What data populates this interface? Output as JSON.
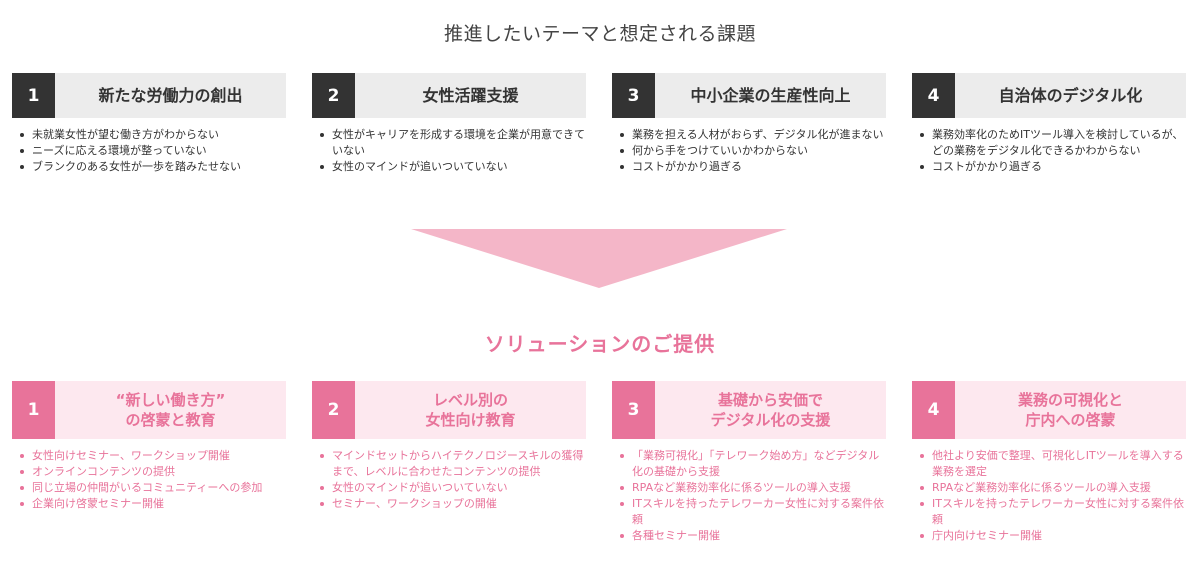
{
  "page_title": "推進したいテーマと想定される課題",
  "problems": [
    {
      "num": "1",
      "title": "新たな労働力の創出",
      "items": [
        "未就業女性が望む働き方がわからない",
        "ニーズに応える環境が整っていない",
        "ブランクのある女性が一歩を踏みたせない"
      ]
    },
    {
      "num": "2",
      "title": "女性活躍支援",
      "items": [
        "女性がキャリアを形成する環境を企業が用意できていない",
        "女性のマインドが追いついていない"
      ]
    },
    {
      "num": "3",
      "title": "中小企業の生産性向上",
      "items": [
        "業務を担える人材がおらず、デジタル化が進まない",
        "何から手をつけていいかわからない",
        "コストがかかり過ぎる"
      ]
    },
    {
      "num": "4",
      "title": "自治体のデジタル化",
      "items": [
        "業務効率化のためITツール導入を検討しているが、どの業務をデジタル化できるかわからない",
        "コストがかかり過ぎる"
      ]
    }
  ],
  "solution_title": "ソリューションのご提供",
  "solutions": [
    {
      "num": "1",
      "title_line1": "“新しい働き方”",
      "title_line2": "の啓蒙と教育",
      "items": [
        "女性向けセミナー、ワークショップ開催",
        "オンラインコンテンツの提供",
        "同じ立場の仲間がいるコミュニティーへの参加",
        "企業向け啓蒙セミナー開催"
      ]
    },
    {
      "num": "2",
      "title_line1": "レベル別の",
      "title_line2": "女性向け教育",
      "items": [
        "マインドセットからハイテクノロジースキルの獲得まで、レベルに合わせたコンテンツの提供",
        "女性のマインドが追いついていない",
        "セミナー、ワークショップの開催"
      ]
    },
    {
      "num": "3",
      "title_line1": "基礎から安価で",
      "title_line2": "デジタル化の支援",
      "items": [
        "「業務可視化」「テレワーク始め方」などデジタル化の基礎から支援",
        "RPAなど業務効率化に係るツールの導入支援",
        "ITスキルを持ったテレワーカー女性に対する案件依頼",
        "各種セミナー開催"
      ]
    },
    {
      "num": "4",
      "title_line1": "業務の可視化と",
      "title_line2": "庁内への啓蒙",
      "items": [
        "他社より安価で整理、可視化しITツールを導入する業務を選定",
        "RPAなど業務効率化に係るツールの導入支援",
        "ITスキルを持ったテレワーカー女性に対する案件依頼",
        "庁内向けセミナー開催"
      ]
    }
  ],
  "colors": {
    "accent": "#e8739a",
    "accent_light": "#fde8ef",
    "arrow": "#f4b6c8",
    "dark": "#333333",
    "gray_bg": "#ececec"
  }
}
